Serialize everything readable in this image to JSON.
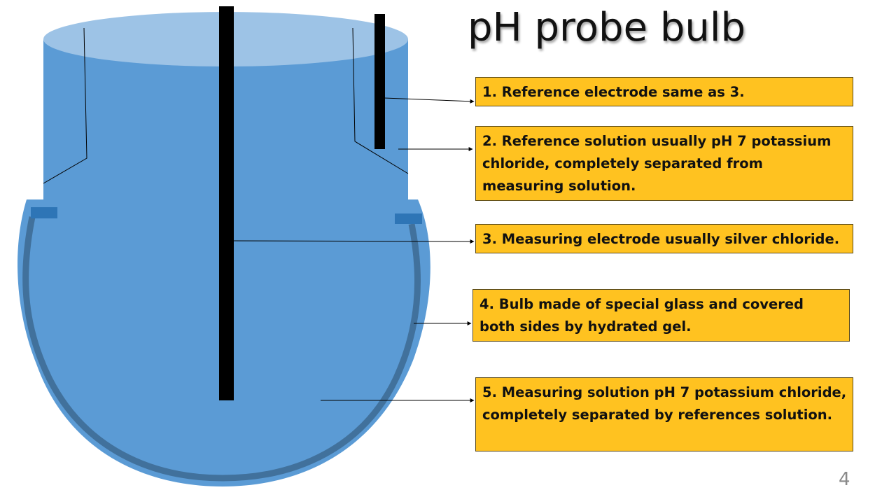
{
  "slide": {
    "title": "pH probe bulb",
    "page_number": "4"
  },
  "colors": {
    "solution_fill": "#5b9bd5",
    "solution_top": "#9dc3e6",
    "glass_wall": "#41719c",
    "electrode": "#000000",
    "callout_fill": "#ffc220",
    "callout_border": "#5a4a1a",
    "seal": "#2e75b6"
  },
  "callouts": [
    {
      "id": 1,
      "text": "1. Reference electrode same as 3."
    },
    {
      "id": 2,
      "text": "2. Reference solution usually pH 7 potassium chloride, completely separated from measuring solution."
    },
    {
      "id": 3,
      "text": "3. Measuring electrode usually silver chloride."
    },
    {
      "id": 4,
      "text": "4. Bulb made of special glass and covered both sides by hydrated gel."
    },
    {
      "id": 5,
      "text": "5. Measuring solution pH 7 potassium chloride, completely separated by references solution."
    }
  ]
}
